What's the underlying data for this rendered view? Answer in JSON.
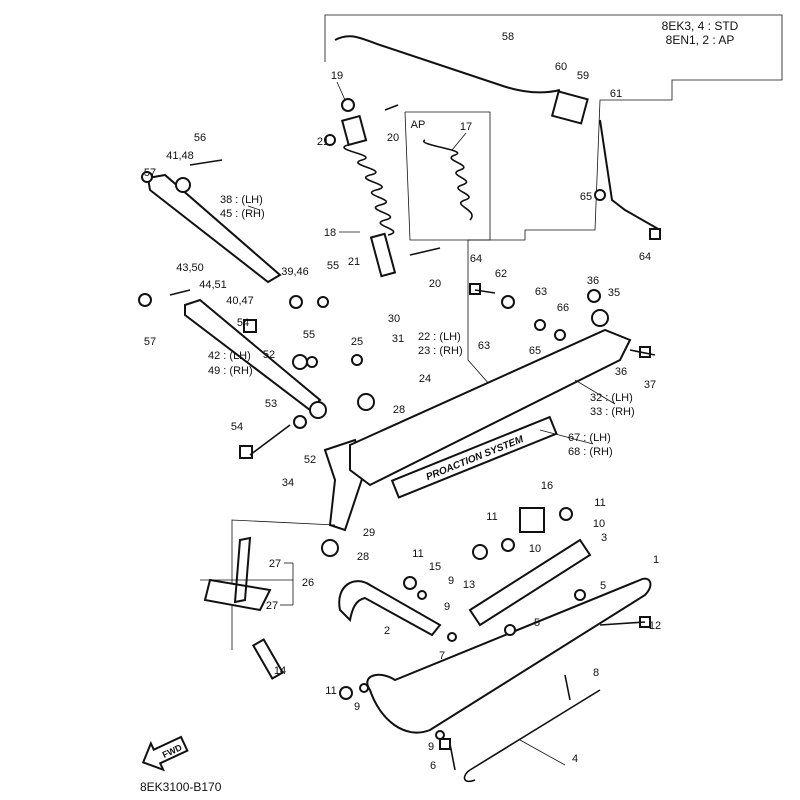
{
  "variant_note": {
    "line1": "8EK3, 4 : STD",
    "line2": "8EN1, 2 : AP"
  },
  "ap_label": "AP",
  "diagram_code": "8EK3100-B170",
  "fwd_label": "FWD",
  "brand_text": "PROACTION SYSTEM",
  "callouts": [
    "58",
    "60",
    "59",
    "61",
    "19",
    "20",
    "21",
    "17",
    "56",
    "41,48",
    "57",
    "38 : (LH)",
    "45 : (RH)",
    "18",
    "21",
    "20",
    "55",
    "39,46",
    "43,50",
    "44,51",
    "40,47",
    "57",
    "54",
    "55",
    "30",
    "31",
    "22 : (LH)",
    "23 : (RH)",
    "25",
    "24",
    "28",
    "52",
    "42 : (LH)",
    "49 : (RH)",
    "53",
    "54",
    "52",
    "34",
    "29",
    "28",
    "64",
    "62",
    "63",
    "66",
    "63",
    "65",
    "36",
    "35",
    "36",
    "37",
    "32 : (LH)",
    "33 : (RH)",
    "67 : (LH)",
    "68 : (RH)",
    "65",
    "64",
    "16",
    "11",
    "10",
    "11",
    "10",
    "3",
    "1",
    "11",
    "15",
    "9",
    "13",
    "5",
    "9",
    "5",
    "12",
    "7",
    "8",
    "27",
    "26",
    "27",
    "14",
    "2",
    "11",
    "9",
    "9",
    "6",
    "4"
  ]
}
